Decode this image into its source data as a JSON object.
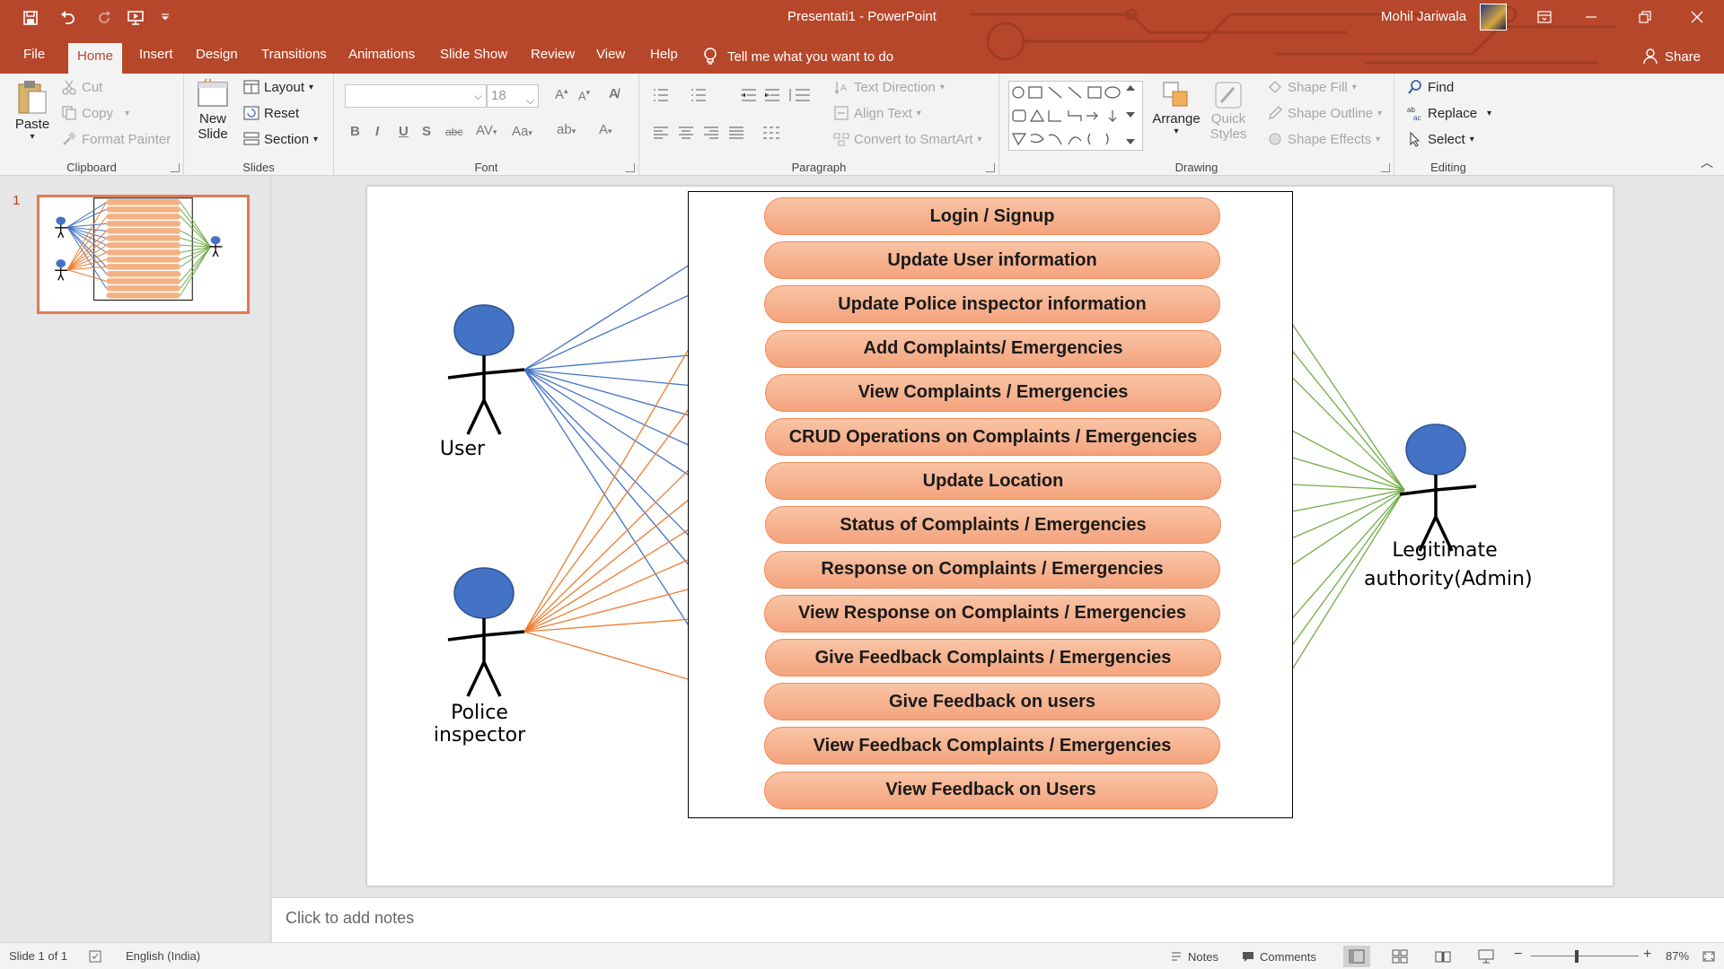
{
  "window": {
    "doc_title": "Presentati1  -  PowerPoint",
    "user_name": "Mohil Jariwala"
  },
  "tabs": [
    {
      "label": "File",
      "active": false
    },
    {
      "label": "Home",
      "active": true
    },
    {
      "label": "Insert",
      "active": false
    },
    {
      "label": "Design",
      "active": false
    },
    {
      "label": "Transitions",
      "active": false
    },
    {
      "label": "Animations",
      "active": false
    },
    {
      "label": "Slide Show",
      "active": false
    },
    {
      "label": "Review",
      "active": false
    },
    {
      "label": "View",
      "active": false
    },
    {
      "label": "Help",
      "active": false
    }
  ],
  "tell_me": "Tell me what you want to do",
  "share": "Share",
  "ribbon": {
    "clipboard": {
      "label": "Clipboard",
      "paste": "Paste",
      "cut": "Cut",
      "copy": "Copy",
      "format_painter": "Format Painter"
    },
    "slides": {
      "label": "Slides",
      "new_slide_1": "New",
      "new_slide_2": "Slide",
      "layout": "Layout",
      "reset": "Reset",
      "section": "Section"
    },
    "font": {
      "label": "Font",
      "font_name": "",
      "font_size": "18"
    },
    "paragraph": {
      "label": "Paragraph",
      "text_direction": "Text Direction",
      "align_text": "Align Text",
      "convert_smartart": "Convert to SmartArt"
    },
    "drawing": {
      "label": "Drawing",
      "arrange": "Arrange",
      "quick_styles_1": "Quick",
      "quick_styles_2": "Styles",
      "shape_fill": "Shape Fill",
      "shape_outline": "Shape Outline",
      "shape_effects": "Shape Effects"
    },
    "editing": {
      "label": "Editing",
      "find": "Find",
      "replace": "Replace",
      "select": "Select"
    }
  },
  "thumbnails": [
    {
      "number": "1"
    }
  ],
  "slide": {
    "actors": [
      {
        "id": "user",
        "label": "User"
      },
      {
        "id": "police",
        "label": "Police inspector"
      },
      {
        "id": "admin",
        "label_line1": "Legitimate",
        "label_line2": "authority(Admin)"
      }
    ],
    "use_cases": [
      "Login / Signup",
      "Update User information",
      "Update Police inspector information",
      "Add Complaints/ Emergencies",
      "View Complaints / Emergencies",
      "CRUD Operations on Complaints / Emergencies",
      "Update Location",
      "Status of Complaints / Emergencies",
      "Response on Complaints / Emergencies",
      "View Response on Complaints / Emergencies",
      "Give Feedback Complaints / Emergencies",
      "Give Feedback on users",
      "View Feedback Complaints / Emergencies",
      "View Feedback on Users"
    ],
    "associations": {
      "user": [
        0,
        1,
        3,
        4,
        5,
        6,
        7,
        9,
        10,
        12
      ],
      "police": [
        0,
        2,
        4,
        5,
        6,
        7,
        8,
        9,
        11
      ],
      "admin": [
        0,
        1,
        2,
        4,
        5,
        6,
        7,
        8,
        9,
        11,
        12,
        13
      ]
    },
    "colors": {
      "user_link": "#4472c4",
      "police_link": "#ed7d31",
      "admin_link": "#70ad47",
      "actor_head": "#4472c4",
      "use_case_fill": "#f4b183",
      "use_case_border": "#f08a58"
    }
  },
  "notes_placeholder": "Click to add notes",
  "status": {
    "slide_info": "Slide 1 of 1",
    "language": "English (India)",
    "notes": "Notes",
    "comments": "Comments",
    "zoom": "87%"
  }
}
